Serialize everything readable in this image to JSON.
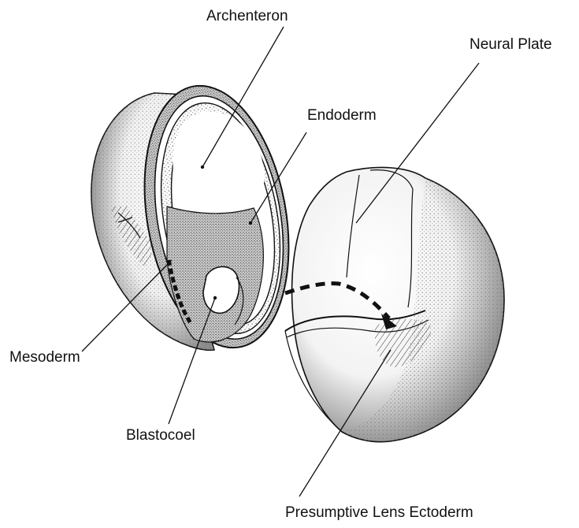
{
  "labels": {
    "archenteron": "Archenteron",
    "neural_plate": "Neural Plate",
    "endoderm": "Endoderm",
    "mesoderm": "Mesoderm",
    "blastocoel": "Blastocoel",
    "presumptive_lens_ectoderm": "Presumptive Lens Ectoderm"
  },
  "style": {
    "ink": "#111111",
    "stipple": "#8a8a8a",
    "paper": "#ffffff"
  }
}
